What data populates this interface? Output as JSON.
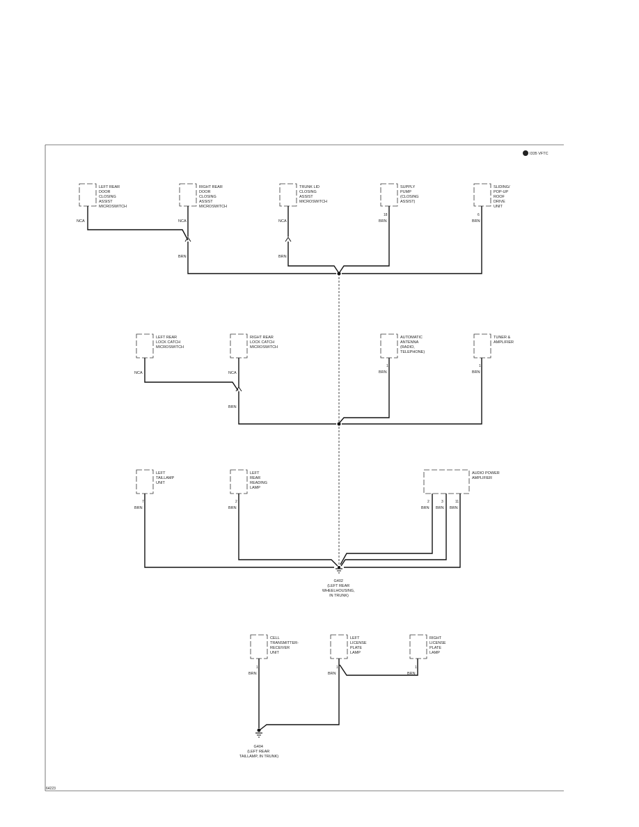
{
  "header": {
    "code": "I335 VFTC"
  },
  "footer": {
    "code": "64223"
  },
  "wire_color": "BRN",
  "nca_label": "NCA",
  "components": {
    "left_rear_door": [
      "LEFT REAR",
      "DOOR",
      "CLOSING",
      "ASSIST",
      "MICROSWITCH"
    ],
    "right_rear_door": [
      "RIGHT REAR",
      "DOOR",
      "CLOSING",
      "ASSIST",
      "MICROSWITCH"
    ],
    "trunk_lid": [
      "TRUNK LID",
      "CLOSING",
      "ASSIST",
      "MICROSWITCH"
    ],
    "supply_pump": [
      "SUPPLY",
      "PUMP",
      "(CLOSING",
      "ASSIST)"
    ],
    "sliding_roof": [
      "SLIDING/",
      "POP-UP",
      "ROOF",
      "DRIVE",
      "UNIT"
    ],
    "left_rear_lock": [
      "LEFT REAR",
      "LOCK CATCH",
      "MICROSWITCH"
    ],
    "right_rear_lock": [
      "RIGHT REAR",
      "LOCK CATCH",
      "MICROSWITCH"
    ],
    "auto_antenna": [
      "AUTOMATIC",
      "ANTENNA",
      "(RADIO,",
      "TELEPHONE)"
    ],
    "tuner": [
      "TUNER &",
      "AMPLIFIER"
    ],
    "left_taillamp": [
      "LEFT",
      "TAILLAMP",
      "UNIT"
    ],
    "left_reading": [
      "LEFT",
      "REAR",
      "READING",
      "LAMP"
    ],
    "audio_amp": [
      "AUDIO POWER",
      "AMPLIFIER"
    ],
    "cell_transceiver": [
      "CELL",
      "TRANSMITTER-",
      "RECEIVER",
      "UNIT"
    ],
    "left_license": [
      "LEFT",
      "LICENSE",
      "PLATE",
      "LAMP"
    ],
    "right_license": [
      "RIGHT",
      "LICENSE",
      "PLATE",
      "LAMP"
    ]
  },
  "pins": {
    "supply_pump": "18",
    "sliding_roof": "6",
    "auto_antenna": "1",
    "tuner": "1",
    "left_taillamp": "7",
    "left_reading": "2",
    "audio_amp": [
      "2",
      "3",
      "11"
    ],
    "cell_transceiver": "1",
    "left_license": "1",
    "right_license": "1"
  },
  "grounds": {
    "g402": [
      "G402",
      "(LEFT REAR",
      "WHEELHOUSING,",
      "IN TRUNK)"
    ],
    "g404": [
      "G404",
      "(LEFT REAR",
      "TAILLAMP, IN TRUNK)"
    ]
  }
}
